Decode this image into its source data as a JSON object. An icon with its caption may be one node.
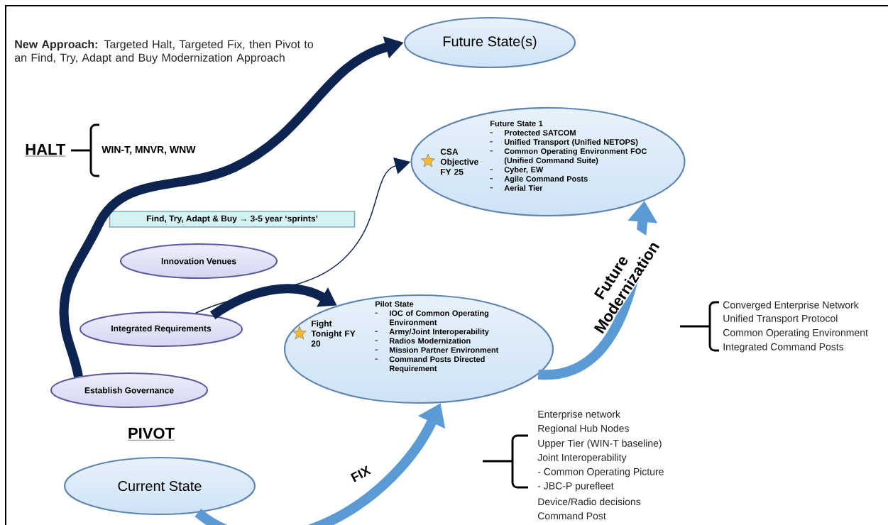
{
  "diagram": {
    "nodes": [
      {
        "text": [
          "Future State(s)"
        ]
      },
      {
        "text": [
          "CSA Objective FY 25",
          "Future State 1",
          "Protected SATCOM",
          "Unified Transport (Unified NETOPS)",
          "Common Operating Environment FOC (Unified Command Suite)",
          "Cyber, EW",
          "Agile Command Posts",
          "Aerial Tier"
        ]
      },
      {
        "text": [
          "Find, Try, Adapt & Buy → 3-5 year ‘sprints’"
        ]
      },
      {
        "text": [
          "Innovation Venues"
        ]
      },
      {
        "text": [
          "Integrated Requirements"
        ]
      },
      {
        "text": [
          "Fight Tonight FY 20",
          "Pilot State",
          "IOC of Common Operating Environment",
          "Army/Joint Interoperability",
          "Radios Modernization",
          "Mission Partner Environment",
          "Command Posts Directed Requirement"
        ]
      },
      {
        "text": [
          "Establish Governance"
        ]
      },
      {
        "text": [
          "Current State"
        ]
      }
    ],
    "edges": [
      {
        "from": 6,
        "to": 0,
        "arrow": "to"
      },
      {
        "from": 4,
        "to": 1,
        "arrow": "to"
      },
      {
        "from": 4,
        "to": 5,
        "arrow": "to"
      },
      {
        "from": 7,
        "to": 5,
        "arrow": "to",
        "color": "#5b9bd5",
        "label": "FIX"
      },
      {
        "from": 5,
        "to": 1,
        "arrow": "to",
        "color": "#5b9bd5",
        "label": "Future Modernization"
      }
    ],
    "labels": [
      "**New Approach:**  Targeted Halt, Targeted Fix, then Pivot to an Find, Try, Adapt and Buy Modernization Approach",
      "HALT",
      "WIN-T, MNVR, WNW",
      "PIVOT",
      "Converged Enterprise Network",
      "Unified Transport Protocol",
      "Common Operating Environment",
      "Integrated Command Posts",
      "Enterprise network",
      "Regional Hub Nodes",
      "Upper Tier (WIN-T baseline)",
      "Joint Interoperability",
      "- Common Operating Picture",
      "- JBC-P purefleet",
      "Device/Radio decisions",
      "Command Post"
    ]
  }
}
